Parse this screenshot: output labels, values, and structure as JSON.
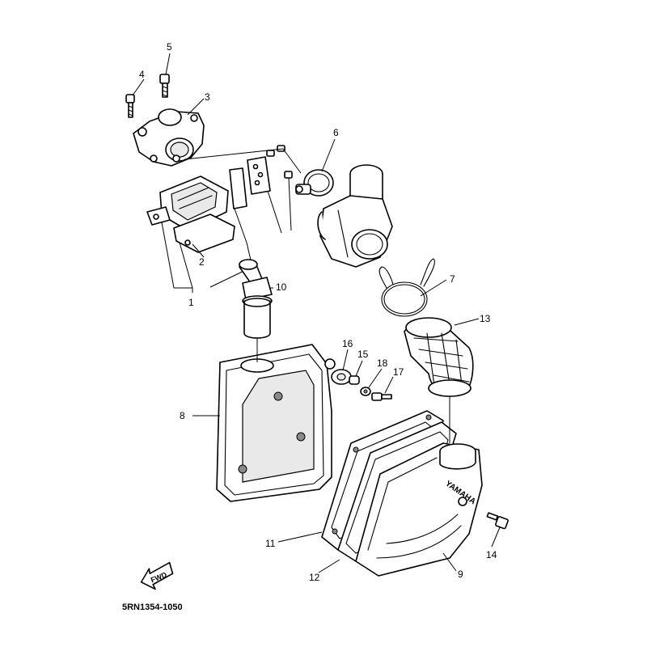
{
  "diagram": {
    "drawing_code": "5RN1354-1050",
    "direction_label": "FWD",
    "brand_mark": "YAMAHA",
    "callouts": [
      "1",
      "2",
      "3",
      "4",
      "5",
      "6",
      "7",
      "8",
      "9",
      "10",
      "11",
      "12",
      "13",
      "14",
      "15",
      "16",
      "17",
      "18"
    ]
  }
}
